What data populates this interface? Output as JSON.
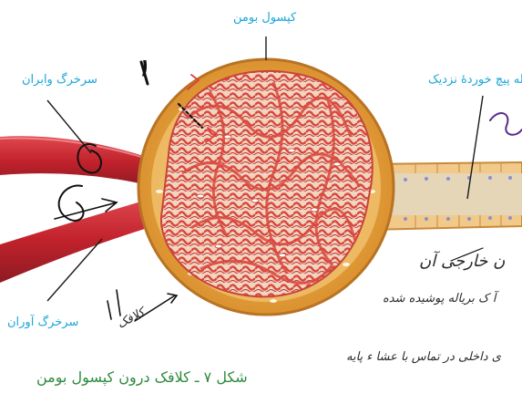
{
  "labels": {
    "bowman_capsule": "کپسول بومن",
    "afferent_arteriole": "سرخرگ آوران",
    "efferent_arteriole": "سرخرگ وابران",
    "proximal_tubule": "لوله پیچ خوردهٔ نزدیک"
  },
  "caption": "شکل ۷ ـ کلافک درون کپسول بومن",
  "handwriting": {
    "digit_one": "۱",
    "word_kalafak": "کلافک",
    "note_line1": "ن خارجی آن",
    "note_line2": "آ ک بریاله پوشیده شده",
    "note_line3": "ی داخلی در تماس با عشا ء پایه"
  },
  "colors": {
    "label_blue": "#1aa6d8",
    "caption_green": "#2e8b3e",
    "capsule_fill": "#e8a63a",
    "capillary_red": "#d9473e",
    "artery_red": "#c8282f"
  }
}
